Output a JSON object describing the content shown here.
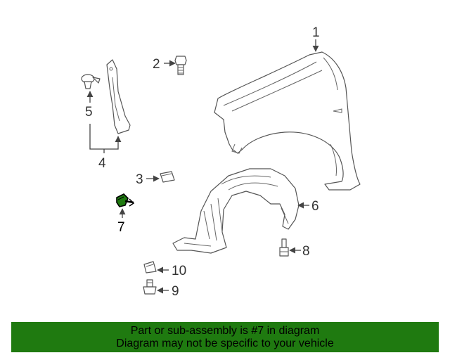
{
  "callouts": {
    "c1": "1",
    "c2": "2",
    "c3": "3",
    "c4": "4",
    "c5": "5",
    "c6": "6",
    "c7": "7",
    "c8": "8",
    "c9": "9",
    "c10": "10"
  },
  "highlight": {
    "part_number": "7",
    "color": "#1f7a10"
  },
  "banner": {
    "line1": "Part or sub-assembly is #7 in diagram",
    "line2": "Diagram may not be specific to your vehicle",
    "background": "#1f7a10"
  }
}
